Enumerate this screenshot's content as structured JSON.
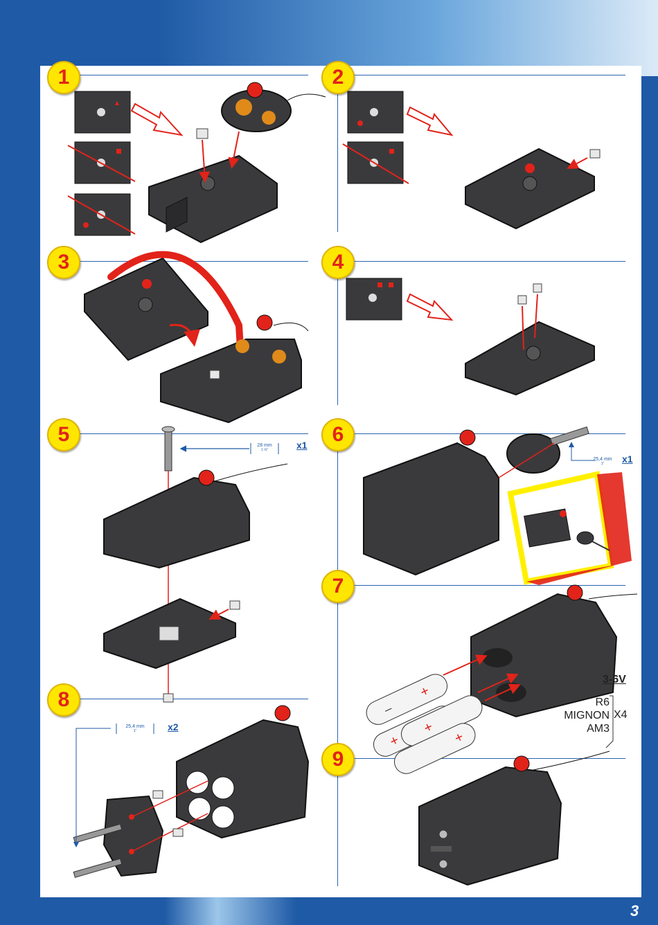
{
  "steps": [
    {
      "number": "1"
    },
    {
      "number": "2"
    },
    {
      "number": "3"
    },
    {
      "number": "4"
    },
    {
      "number": "5",
      "length_label": "28 mm",
      "length_sub": "1 ⅛\"",
      "count": "x1"
    },
    {
      "number": "6",
      "length_label": "25,4 mm",
      "length_sub": "1\"",
      "count": "x1"
    },
    {
      "number": "7",
      "voltage": "3-6V",
      "battery_types": [
        "R6",
        "MIGNON",
        "AM3"
      ],
      "battery_count": "X4"
    },
    {
      "number": "8",
      "length_label": "25,4 mm",
      "length_sub": "1\"",
      "count": "x2"
    },
    {
      "number": "9"
    }
  ],
  "page_number": "3",
  "colors": {
    "accent_blue": "#1f5aa6",
    "badge_yellow": "#ffe600",
    "part_red": "#e2231a",
    "part_dark": "#3a3a3c"
  }
}
